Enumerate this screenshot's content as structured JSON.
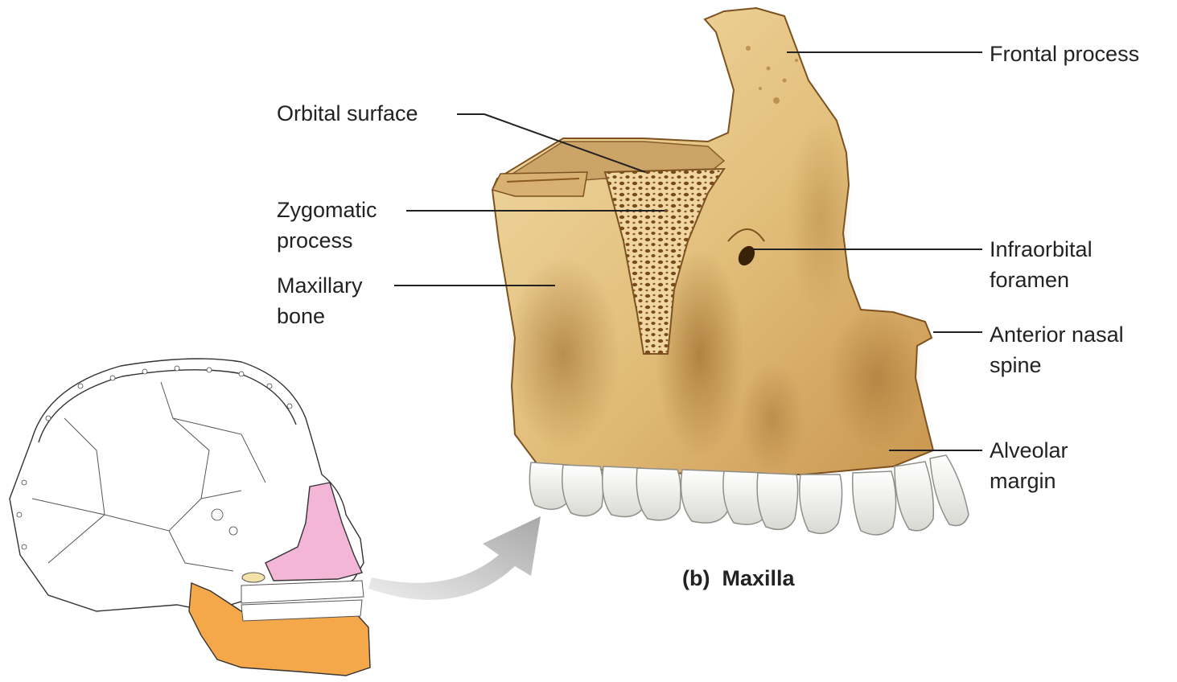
{
  "labels": {
    "orbital_surface": "Orbital surface",
    "zygomatic_process": [
      "Zygomatic",
      "process"
    ],
    "maxillary_bone": [
      "Maxillary",
      "bone"
    ],
    "frontal_process": "Frontal process",
    "infraorbital_foramen": [
      "Infraorbital",
      "foramen"
    ],
    "anterior_nasal_spine": [
      "Anterior nasal",
      "spine"
    ],
    "alveolar_margin": [
      "Alveolar",
      "margin"
    ]
  },
  "caption": {
    "letter": "(b)",
    "title": "Maxilla"
  },
  "colors": {
    "bone": "#e8c98a",
    "bone_shadow": "#b9873f",
    "bone_dark": "#8a5a22",
    "teeth": "#f4f4f0",
    "maxilla_highlight": "#f3b6d6",
    "mandible_highlight": "#f5a84a",
    "arrow": "#bdbdbd",
    "leader_line": "#222222"
  }
}
